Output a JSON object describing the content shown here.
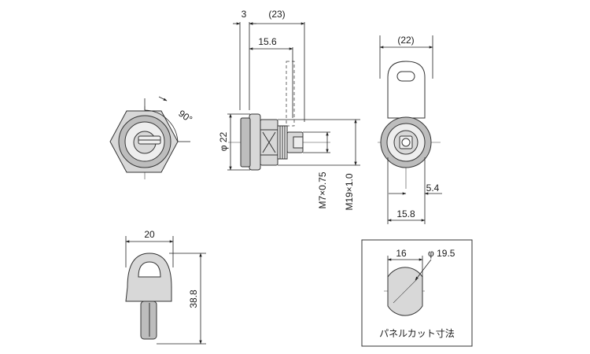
{
  "dimensions": {
    "angle": "90°",
    "thickness": "3",
    "overall_length": "(23)",
    "length_a": "15.6",
    "flange_dia": "φ 22",
    "thread_small": "M7×0.75",
    "thread_large": "M19×1.0",
    "cam_width": "(22)",
    "cam_offset": "5.4",
    "rear_width": "15.8",
    "key_width": "20",
    "key_length": "38.8",
    "cut_width": "16",
    "cut_dia": "φ 19.5"
  },
  "panel_cut_label": "パネルカット寸法"
}
